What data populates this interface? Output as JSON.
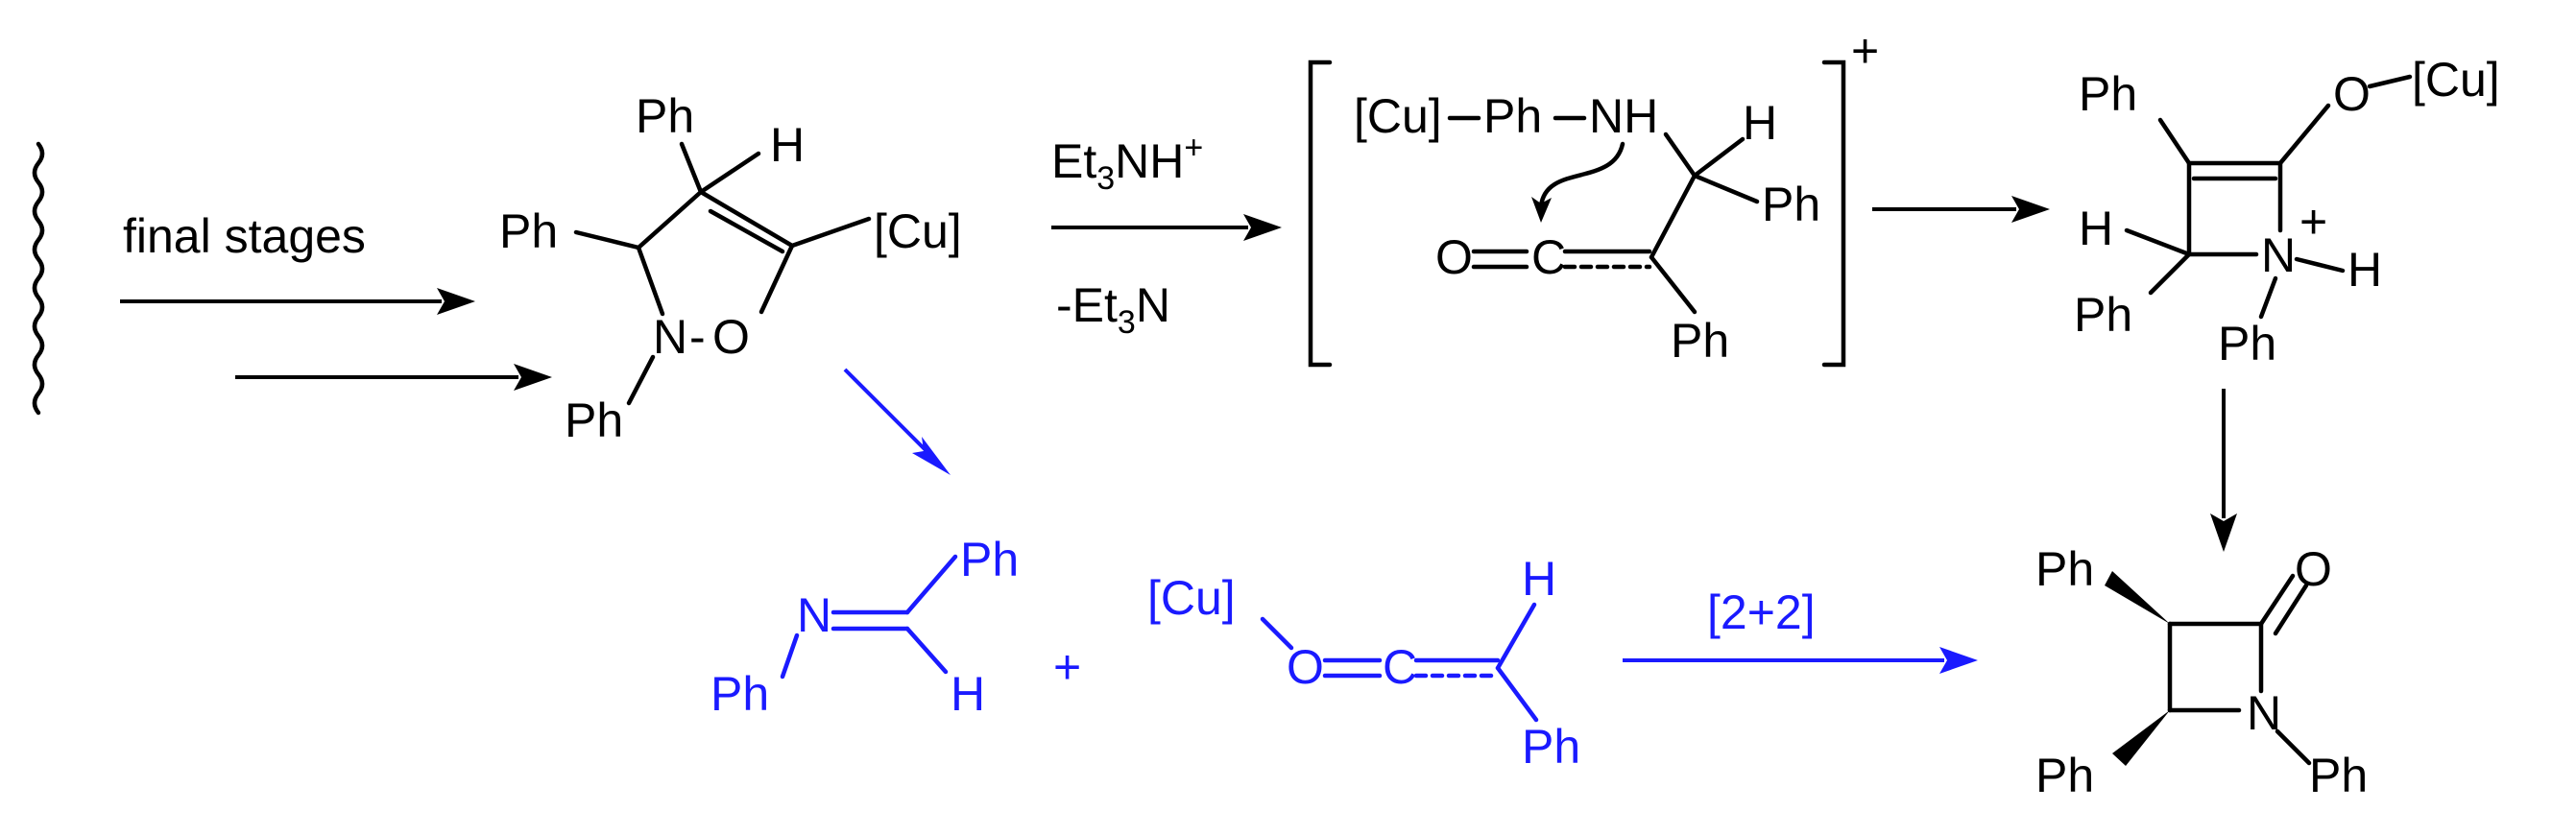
{
  "arrows": {
    "final_stages": "final stages",
    "reagent_top": "Et3NH+",
    "reagent_top_base": "Et",
    "reagent_top_sub": "3",
    "reagent_top_mid": "NH",
    "reagent_top_sup": "+",
    "reagent_bottom_prefix": "-Et",
    "reagent_bottom_sub": "3",
    "reagent_bottom_suffix": "N",
    "cycloaddition": "[2+2]"
  },
  "isoxazoline": {
    "ph_top": "Ph",
    "h": "H",
    "ph_left": "Ph",
    "cu": "[Cu]",
    "n": "N",
    "o": "O",
    "dash": "-",
    "ph_n": "Ph"
  },
  "intermediate": {
    "cu": "[Cu]",
    "ph": "Ph",
    "nh": "NH",
    "h": "H",
    "ph_right": "Ph",
    "o": "O",
    "c": "C",
    "ph_bottom": "Ph",
    "charge": "+"
  },
  "azetinium": {
    "ph_top": "Ph",
    "o": "O",
    "cu": "[Cu]",
    "h_left": "H",
    "n": "N",
    "charge": "+",
    "h_right": "H",
    "ph_left": "Ph",
    "ph_n": "Ph"
  },
  "imine": {
    "ph_top": "Ph",
    "n": "N",
    "ph_bottom": "Ph",
    "h": "H"
  },
  "plus": "+",
  "ketene": {
    "cu": "[Cu]",
    "h": "H",
    "o": "O",
    "c": "C",
    "ph": "Ph"
  },
  "lactam": {
    "ph_top": "Ph",
    "o": "O",
    "n": "N",
    "ph_left": "Ph",
    "ph_n": "Ph"
  },
  "colors": {
    "black": "#000000",
    "blue": "#1a1aff"
  }
}
